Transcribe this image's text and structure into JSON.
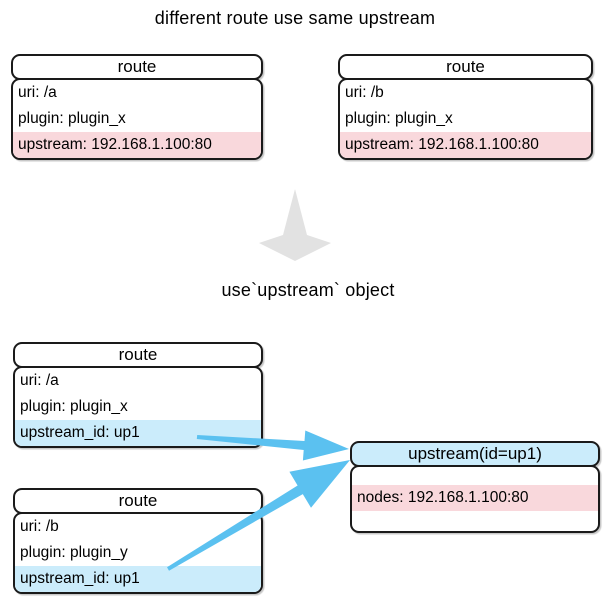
{
  "diagram": {
    "title": "different route use same upstream",
    "subtitle": "use`upstream` object",
    "top": {
      "routes": [
        {
          "header": "route",
          "rows": [
            {
              "text": "uri: /a",
              "highlight": "none"
            },
            {
              "text": "plugin: plugin_x",
              "highlight": "none"
            },
            {
              "text": "upstream: 192.168.1.100:80",
              "highlight": "pink"
            }
          ]
        },
        {
          "header": "route",
          "rows": [
            {
              "text": "uri: /b",
              "highlight": "none"
            },
            {
              "text": "plugin: plugin_x",
              "highlight": "none"
            },
            {
              "text": "upstream: 192.168.1.100:80",
              "highlight": "pink"
            }
          ]
        }
      ]
    },
    "bottom": {
      "routes": [
        {
          "header": "route",
          "rows": [
            {
              "text": "uri: /a",
              "highlight": "none"
            },
            {
              "text": "plugin: plugin_x",
              "highlight": "none"
            },
            {
              "text": "upstream_id: up1",
              "highlight": "blue"
            }
          ]
        },
        {
          "header": "route",
          "rows": [
            {
              "text": "uri: /b",
              "highlight": "none"
            },
            {
              "text": "plugin: plugin_y",
              "highlight": "none"
            },
            {
              "text": "upstream_id: up1",
              "highlight": "blue"
            }
          ]
        }
      ],
      "upstream": {
        "header": "upstream(id=up1)",
        "rows": [
          {
            "text": "nodes: 192.168.1.100:80",
            "highlight": "pink"
          }
        ]
      }
    },
    "colors": {
      "highlight_pink": "#F9D8DC",
      "highlight_blue": "#CBECFB",
      "arrow_blue": "#5BC1F0",
      "arrow_gray": "#E2E2E2",
      "border": "#1A1A1A"
    }
  }
}
